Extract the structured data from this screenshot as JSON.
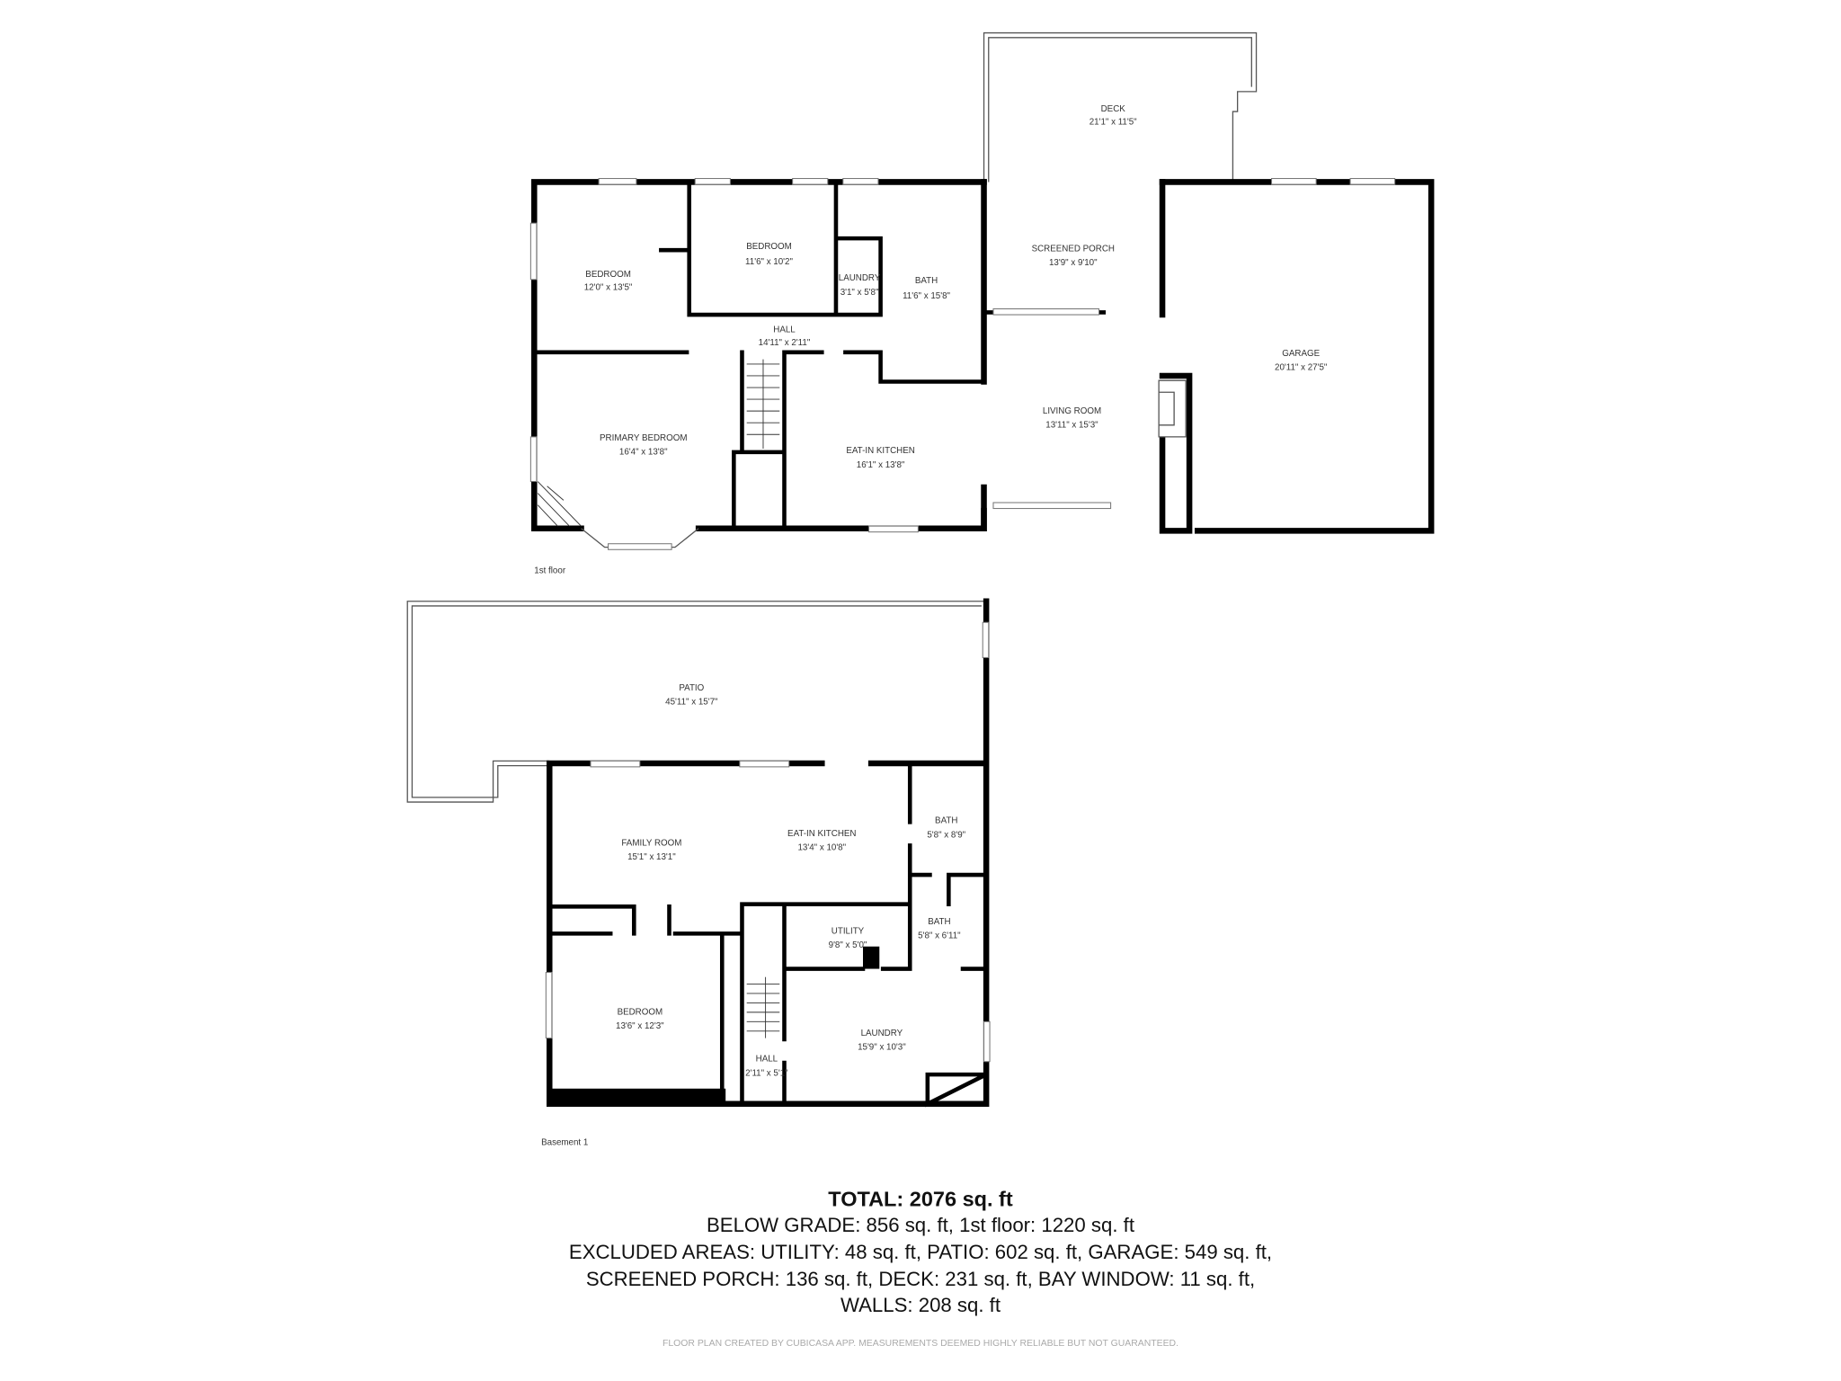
{
  "floors": [
    {
      "label": "1st floor",
      "rooms": [
        {
          "name": "BEDROOM",
          "dims": "12'0\" x 13'5\""
        },
        {
          "name": "BEDROOM",
          "dims": "11'6\" x 10'2\""
        },
        {
          "name": "LAUNDRY",
          "dims": "3'1\" x 5'8\""
        },
        {
          "name": "BATH",
          "dims": "11'6\" x 15'8\""
        },
        {
          "name": "HALL",
          "dims": "14'11\" x 2'11\""
        },
        {
          "name": "PRIMARY BEDROOM",
          "dims": "16'4\" x 13'8\""
        },
        {
          "name": "EAT-IN KITCHEN",
          "dims": "16'1\" x 13'8\""
        },
        {
          "name": "DECK",
          "dims": "21'1\" x 11'5\""
        },
        {
          "name": "SCREENED PORCH",
          "dims": "13'9\" x 9'10\""
        },
        {
          "name": "LIVING ROOM",
          "dims": "13'11\" x 15'3\""
        },
        {
          "name": "GARAGE",
          "dims": "20'11\" x 27'5\""
        }
      ]
    },
    {
      "label": "Basement 1",
      "rooms": [
        {
          "name": "PATIO",
          "dims": "45'11\" x 15'7\""
        },
        {
          "name": "FAMILY ROOM",
          "dims": "15'1\" x 13'1\""
        },
        {
          "name": "EAT-IN KITCHEN",
          "dims": "13'4\" x 10'8\""
        },
        {
          "name": "BATH",
          "dims": "5'8\" x 8'9\""
        },
        {
          "name": "BATH",
          "dims": "5'8\" x 6'11\""
        },
        {
          "name": "UTILITY",
          "dims": "9'8\" x 5'0\""
        },
        {
          "name": "BEDROOM",
          "dims": "13'6\" x 12'3\""
        },
        {
          "name": "LAUNDRY",
          "dims": "15'9\" x 10'3\""
        },
        {
          "name": "HALL",
          "dims": "2'11\" x 5'1\""
        }
      ]
    }
  ],
  "summary": {
    "total": "TOTAL: 2076 sq. ft",
    "line1": "BELOW GRADE: 856 sq. ft, 1st floor: 1220 sq. ft",
    "line2": "EXCLUDED AREAS: UTILITY: 48 sq. ft, PATIO: 602 sq. ft, GARAGE: 549 sq. ft,",
    "line3": "SCREENED PORCH: 136 sq. ft, DECK: 231 sq. ft, BAY WINDOW: 11 sq. ft,",
    "line4": "WALLS: 208 sq. ft"
  },
  "disclaimer": "FLOOR PLAN CREATED BY CUBICASA APP. MEASUREMENTS DEEMED HIGHLY RELIABLE BUT NOT GUARANTEED."
}
